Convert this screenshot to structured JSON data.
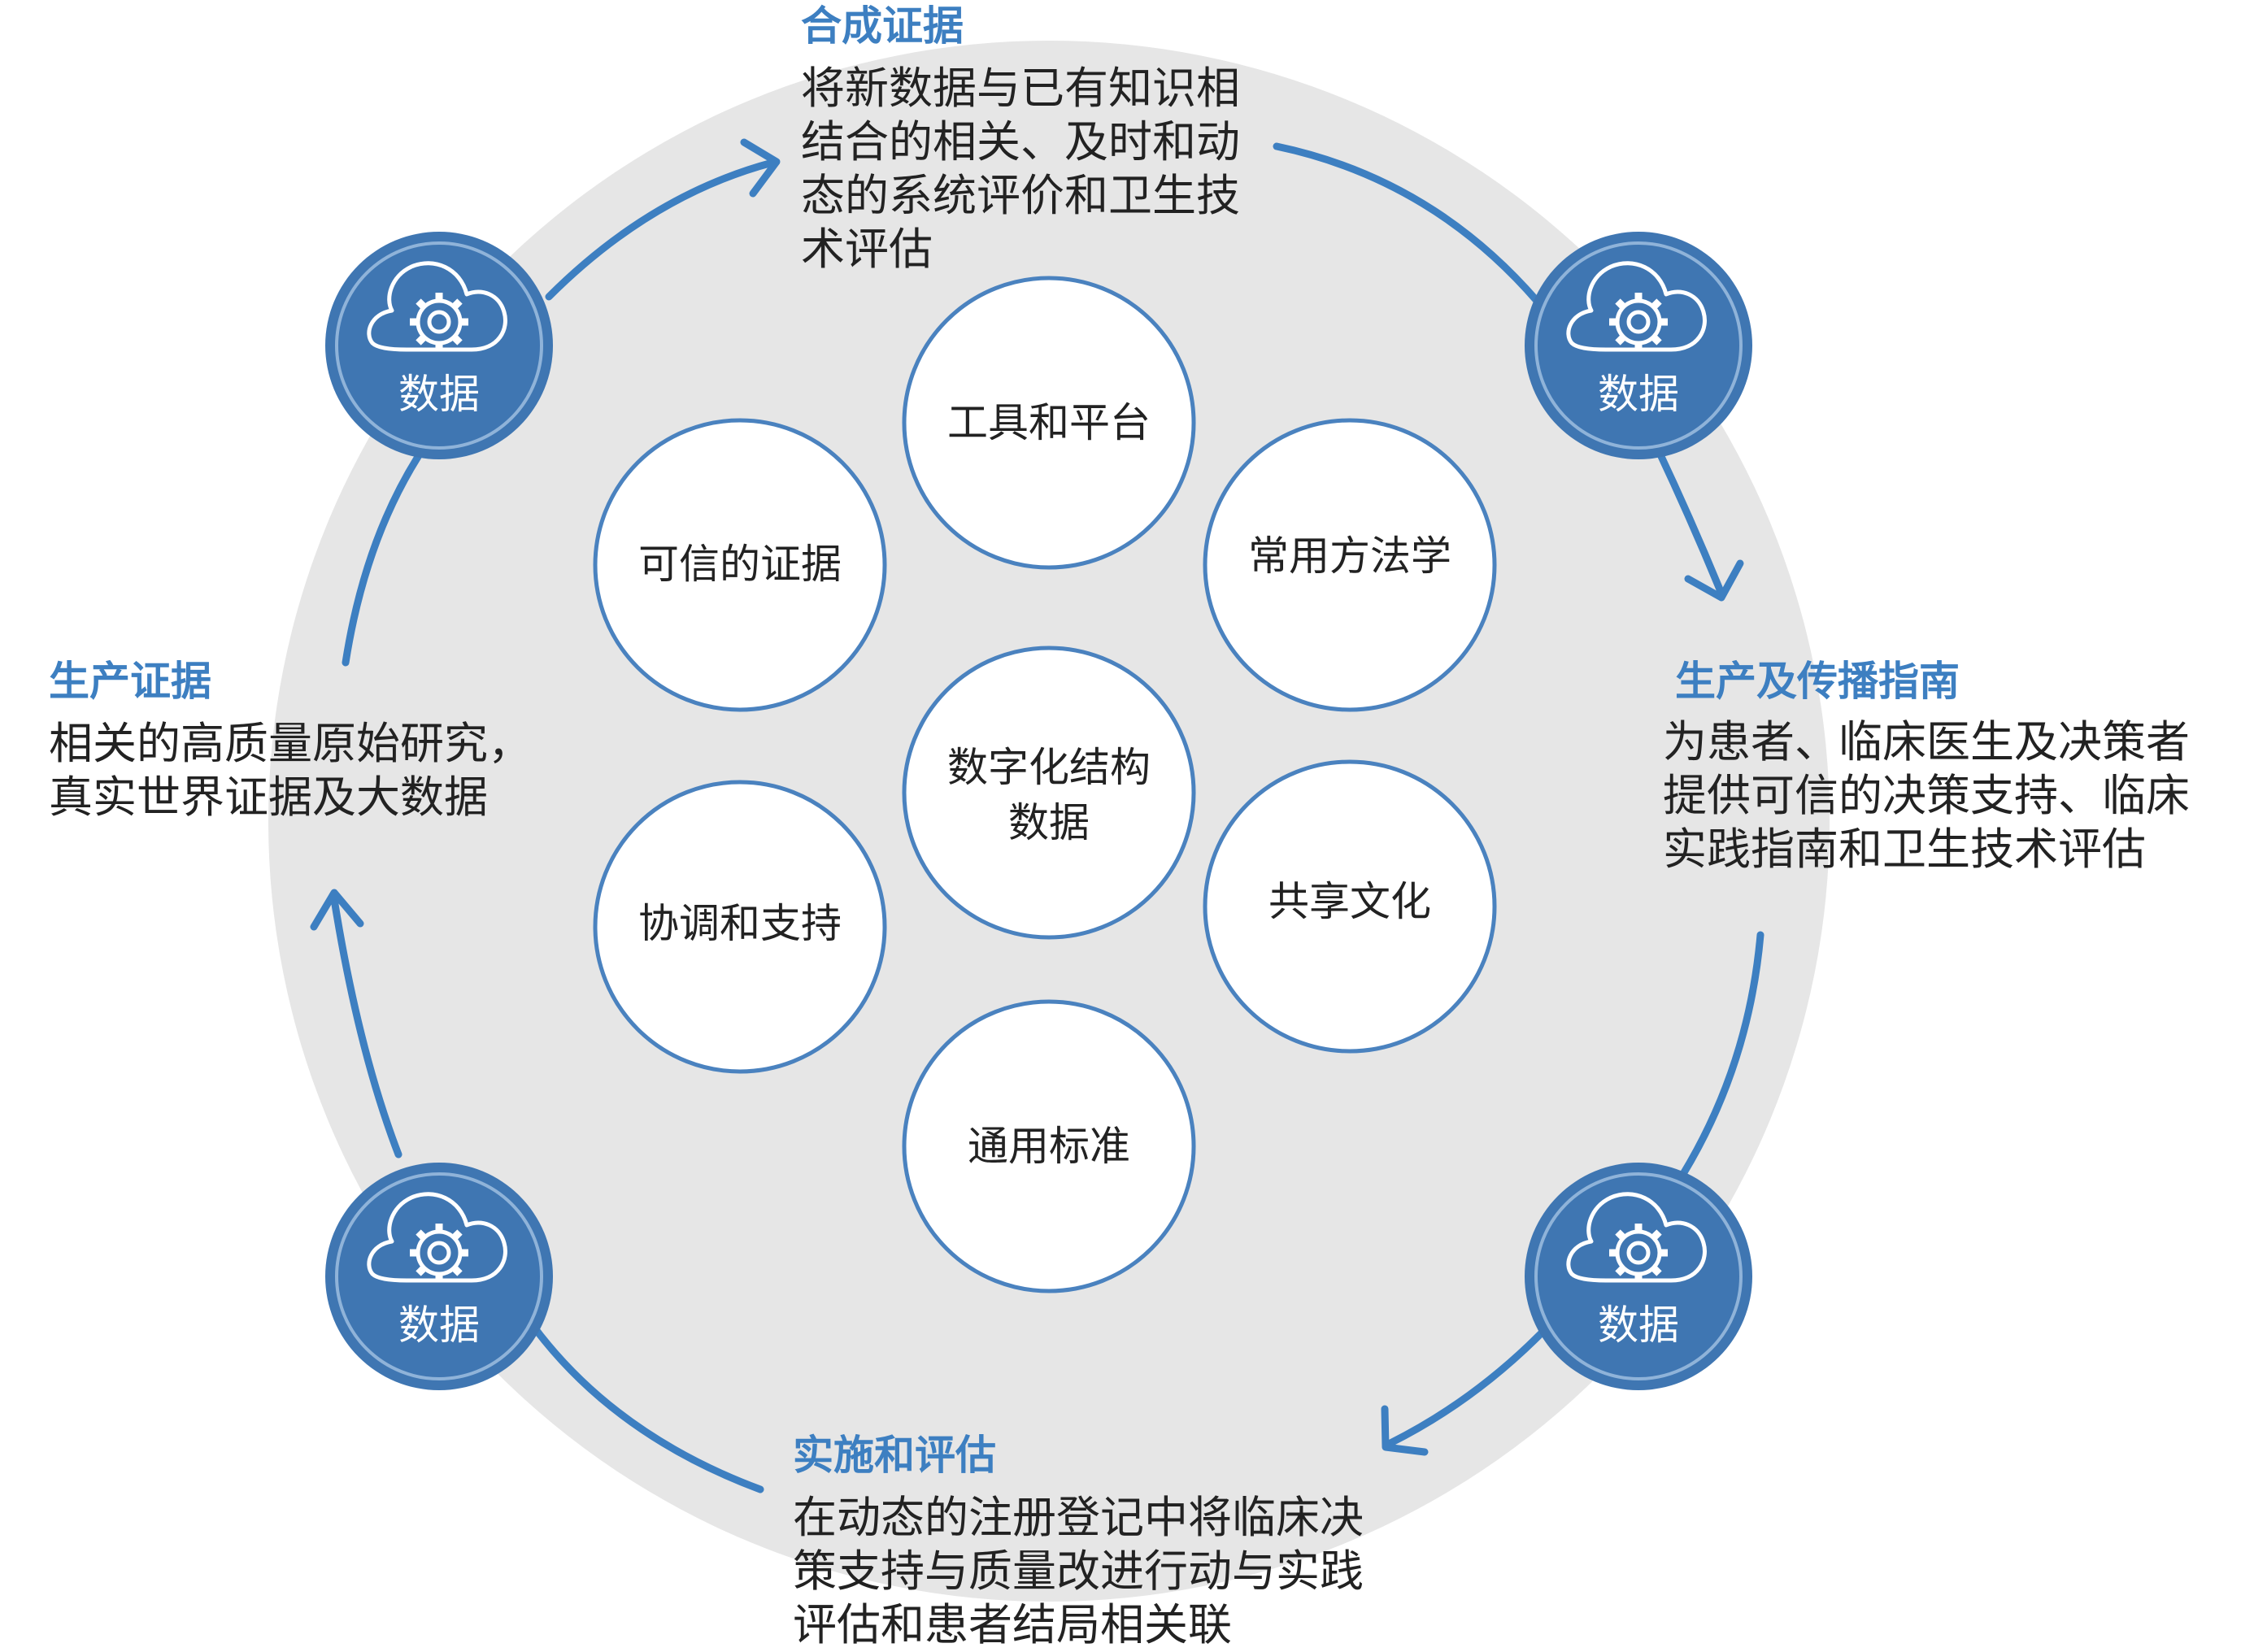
{
  "hub_label": "数据",
  "stages": [
    {
      "title": "合成证据",
      "lines": [
        "将新数据与已有知识相",
        "结合的相关、及时和动",
        "态的系统评价和卫生技",
        "术评估"
      ]
    },
    {
      "title": "生产及传播指南",
      "lines": [
        "为患者、临床医生及决策者",
        "提供可信的决策支持、临床",
        "实践指南和卫生技术评估"
      ]
    },
    {
      "title": "实施和评估",
      "lines": [
        "在动态的注册登记中将临床决",
        "策支持与质量改进行动与实践",
        "评估和患者结局相关联"
      ]
    },
    {
      "title": "生产证据",
      "lines": [
        "相关的高质量原始研究，",
        "真实世界证据及大数据"
      ]
    }
  ],
  "center_node": {
    "lines": [
      "数字化结构",
      "数据"
    ]
  },
  "nodes": [
    {
      "lines": [
        "工具和平台"
      ]
    },
    {
      "lines": [
        "常用方法学"
      ]
    },
    {
      "lines": [
        "共享文化"
      ]
    },
    {
      "lines": [
        "通用标准"
      ]
    },
    {
      "lines": [
        "协调和支持"
      ]
    },
    {
      "lines": [
        "可信的证据"
      ]
    }
  ],
  "colors": {
    "accent": "#3d7fc1",
    "hub_fill": "#3f76b2",
    "hub_ring": "#8fb3d9",
    "node_stroke": "#4a82bf",
    "background_disc": "#e6e6e6",
    "text": "#222222"
  },
  "icons": {
    "hub": "cloud-gear-icon",
    "arrow": "arrowhead-icon"
  }
}
